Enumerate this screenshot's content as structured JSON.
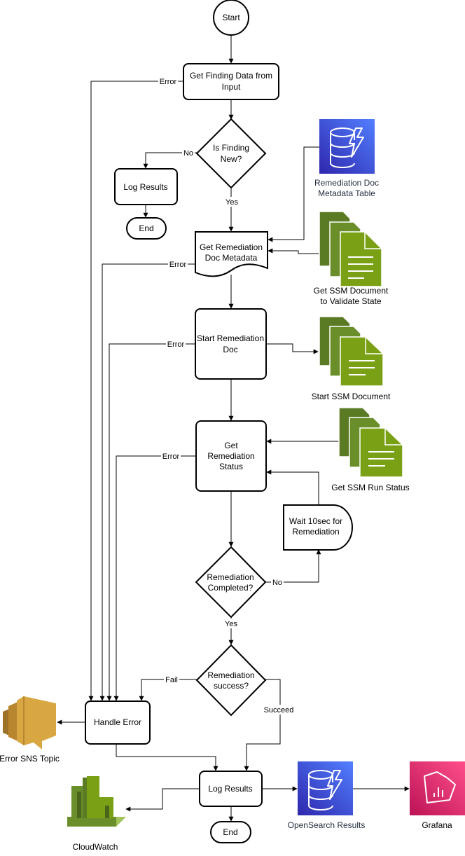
{
  "nodes": {
    "start": "Start",
    "get_finding": [
      "Get Finding Data from",
      "Input"
    ],
    "is_new": [
      "Is Finding",
      "New?"
    ],
    "log_results_1": "Log Results",
    "end_1": "End",
    "get_metadata": [
      "Get Remediation",
      "Doc Metadata"
    ],
    "start_doc": [
      "Start Remediation",
      "Doc"
    ],
    "get_status": [
      "Get",
      "Remediation",
      "Status"
    ],
    "wait": [
      "Wait 10sec for",
      "Remediation"
    ],
    "completed": [
      "Remediation",
      "Completed?"
    ],
    "success": [
      "Remediation",
      "success?"
    ],
    "handle_error": "Handle Error",
    "log_results_2": "Log Results",
    "end_2": "End"
  },
  "resources": {
    "metadata_table": [
      "Remediation Doc",
      "Metadata Table"
    ],
    "ssm_validate": [
      "Get SSM Document",
      "to Validate State"
    ],
    "ssm_start": "Start SSM Document",
    "ssm_status": "Get SSM Run Status",
    "sns": "Error SNS Topic",
    "cloudwatch": "CloudWatch",
    "opensearch": "OpenSearch Results",
    "grafana": "Grafana"
  },
  "edges": {
    "error": "Error",
    "no": "No",
    "yes": "Yes",
    "fail": "Fail",
    "succeed": "Succeed"
  },
  "icons": {
    "dynamodb": "dynamodb-icon",
    "ssm": "ssm-document-icon",
    "sns": "sns-topic-icon",
    "cloudwatch": "cloudwatch-icon",
    "grafana": "grafana-icon"
  },
  "colors": {
    "dynamodb": "#3B48CC",
    "ssm": "#6A8E2A",
    "sns": "#D9A741",
    "cloudwatch": "#6A8E2A",
    "grafana": "#E7157B"
  }
}
